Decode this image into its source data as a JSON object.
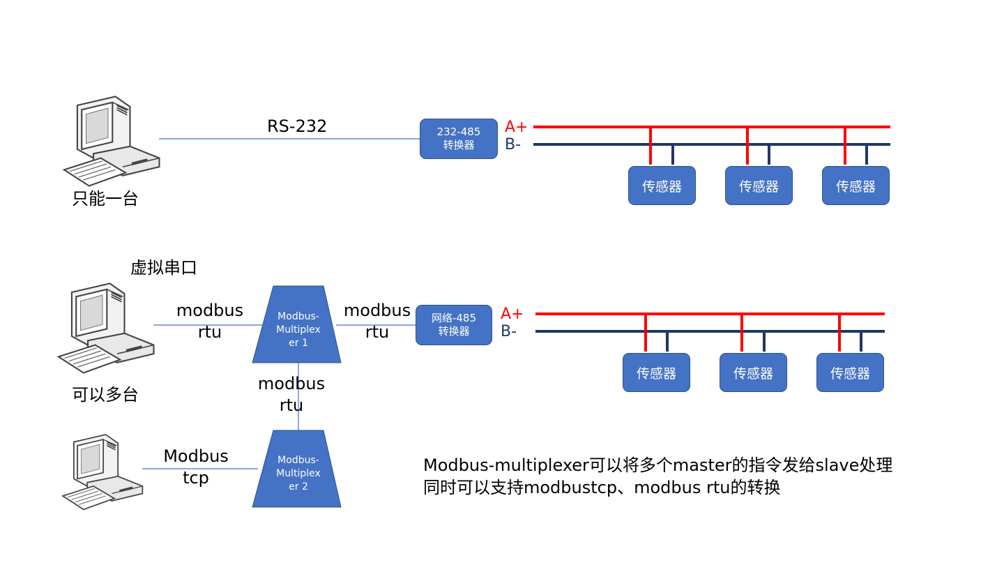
{
  "top": {
    "caption": "只能一台",
    "link_label": "RS-232",
    "converter": {
      "line1": "232-485",
      "line2": "转换器"
    },
    "bus": {
      "a_label": "A+",
      "b_label": "B-"
    },
    "sensors": [
      "传感器",
      "传感器",
      "传感器"
    ]
  },
  "bottom": {
    "caption_top": "虚拟串口",
    "caption_bottom": "可以多台",
    "link_pc1": {
      "line1": "modbus",
      "line2": "rtu"
    },
    "link_mux_conv": {
      "line1": "modbus",
      "line2": "rtu"
    },
    "link_mux_mux": {
      "line1": "modbus",
      "line2": "rtu"
    },
    "link_pc2": {
      "line1": "Modbus",
      "line2": "tcp"
    },
    "mux1": {
      "line1": "Modbus-",
      "line2": "Multiplex",
      "line3": "er 1"
    },
    "mux2": {
      "line1": "Modbus-",
      "line2": "Multiplex",
      "line3": "er 2"
    },
    "converter": {
      "line1": "网络-485",
      "line2": "转换器"
    },
    "bus": {
      "a_label": "A+",
      "b_label": "B-"
    },
    "sensors": [
      "传感器",
      "传感器",
      "传感器"
    ],
    "note": {
      "line1": "Modbus-multiplexer可以将多个master的指令发给slave处理",
      "line2": "同时可以支持modbustcp、modbus rtu的转换"
    }
  },
  "colors": {
    "box_fill": "#4472c4",
    "a_line": "#ff0000",
    "b_line": "#1f3864",
    "link_line": "#4472c4"
  }
}
